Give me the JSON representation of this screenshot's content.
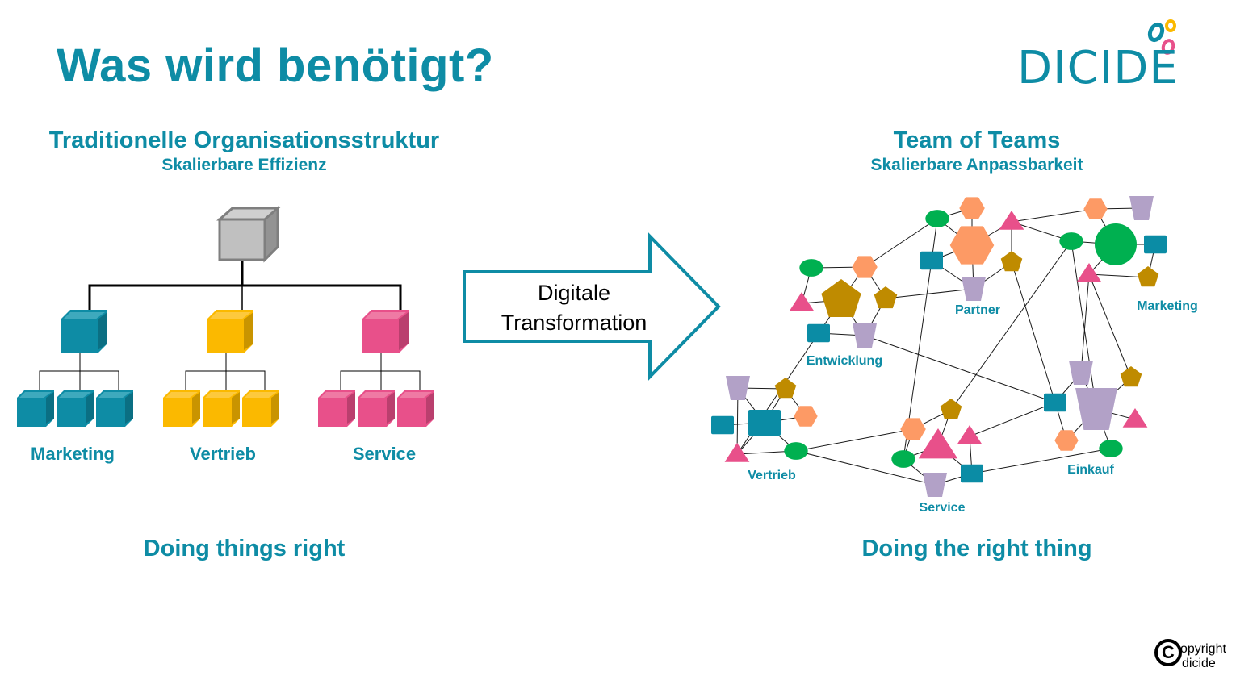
{
  "title": "Was wird benötigt?",
  "logo": {
    "text": "DICIDE",
    "colors": {
      "teal": "#0e8ca5",
      "yellow": "#fbb900",
      "pink": "#e8508a"
    }
  },
  "left": {
    "heading": "Traditionelle Organisationsstruktur",
    "subheading": "Skalierbare Effizienz",
    "tagline": "Doing things right",
    "departments": [
      {
        "label": "Marketing",
        "color": "#0e8ca5",
        "shade": "#0b6f83",
        "top": "#3ea9bd"
      },
      {
        "label": "Vertrieb",
        "color": "#fbb900",
        "shade": "#c99400",
        "top": "#fdc93d"
      },
      {
        "label": "Service",
        "color": "#e8508a",
        "shade": "#ba3f6e",
        "top": "#ef7aa4"
      }
    ]
  },
  "arrow": {
    "line1": "Digitale",
    "line2": "Transformation",
    "stroke": "#0e8ca5"
  },
  "right": {
    "heading": "Team of Teams",
    "subheading": "Skalierbare Anpassbarkeit",
    "tagline": "Doing the right thing",
    "team_labels": [
      "Partner",
      "Marketing",
      "Entwicklung",
      "Vertrieb",
      "Service",
      "Einkauf"
    ]
  },
  "copyright": {
    "symbol": "C",
    "line1": "opyright",
    "line2": "dicide"
  }
}
